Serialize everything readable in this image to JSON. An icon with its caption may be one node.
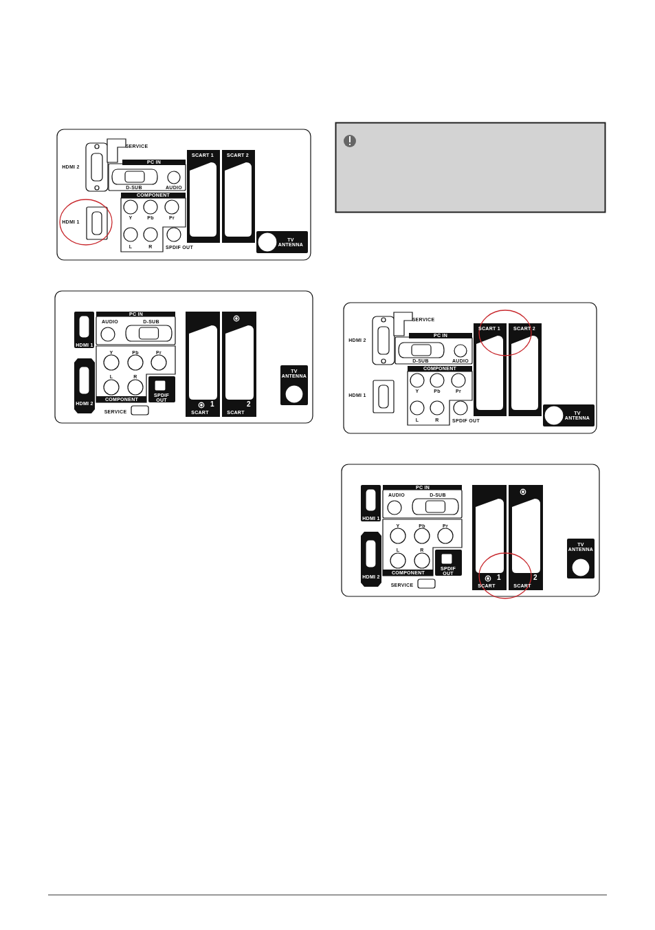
{
  "diagram": {
    "labels": [
      "SERVICE",
      "HDMI 2",
      "PC IN",
      "D-SUB",
      "AUDIO",
      "COMPONENT",
      "Y",
      "Pb",
      "Pr",
      "L",
      "R",
      "SPDIF OUT",
      "HDMI 1",
      "SCART 1",
      "SCART 2",
      "TV ANTENNA",
      "HDMI 1",
      "PC IN",
      "AUDIO",
      "D-SUB",
      "Y",
      "Pb",
      "Pr",
      "L",
      "R",
      "SPDIF OUT",
      "HDMI 2",
      "COMPONENT",
      "SERVICE",
      "1",
      "SCART",
      "2",
      "SCART",
      "TV ANTENNA",
      "SERVICE",
      "HDMI 2",
      "PC IN",
      "D-SUB",
      "AUDIO",
      "COMPONENT",
      "Y",
      "Pb",
      "Pr",
      "L",
      "R",
      "SPDIF OUT",
      "HDMI 1",
      "SCART 1",
      "SCART 2",
      "TV ANTENNA",
      "HDMI 1",
      "PC IN",
      "AUDIO",
      "D-SUB",
      "Y",
      "Pb",
      "Pr",
      "L",
      "R",
      "SPDIF OUT",
      "HDMI 2",
      "COMPONENT",
      "SERVICE",
      "1",
      "SCART",
      "2",
      "SCART",
      "TV ANTENNA"
    ]
  }
}
